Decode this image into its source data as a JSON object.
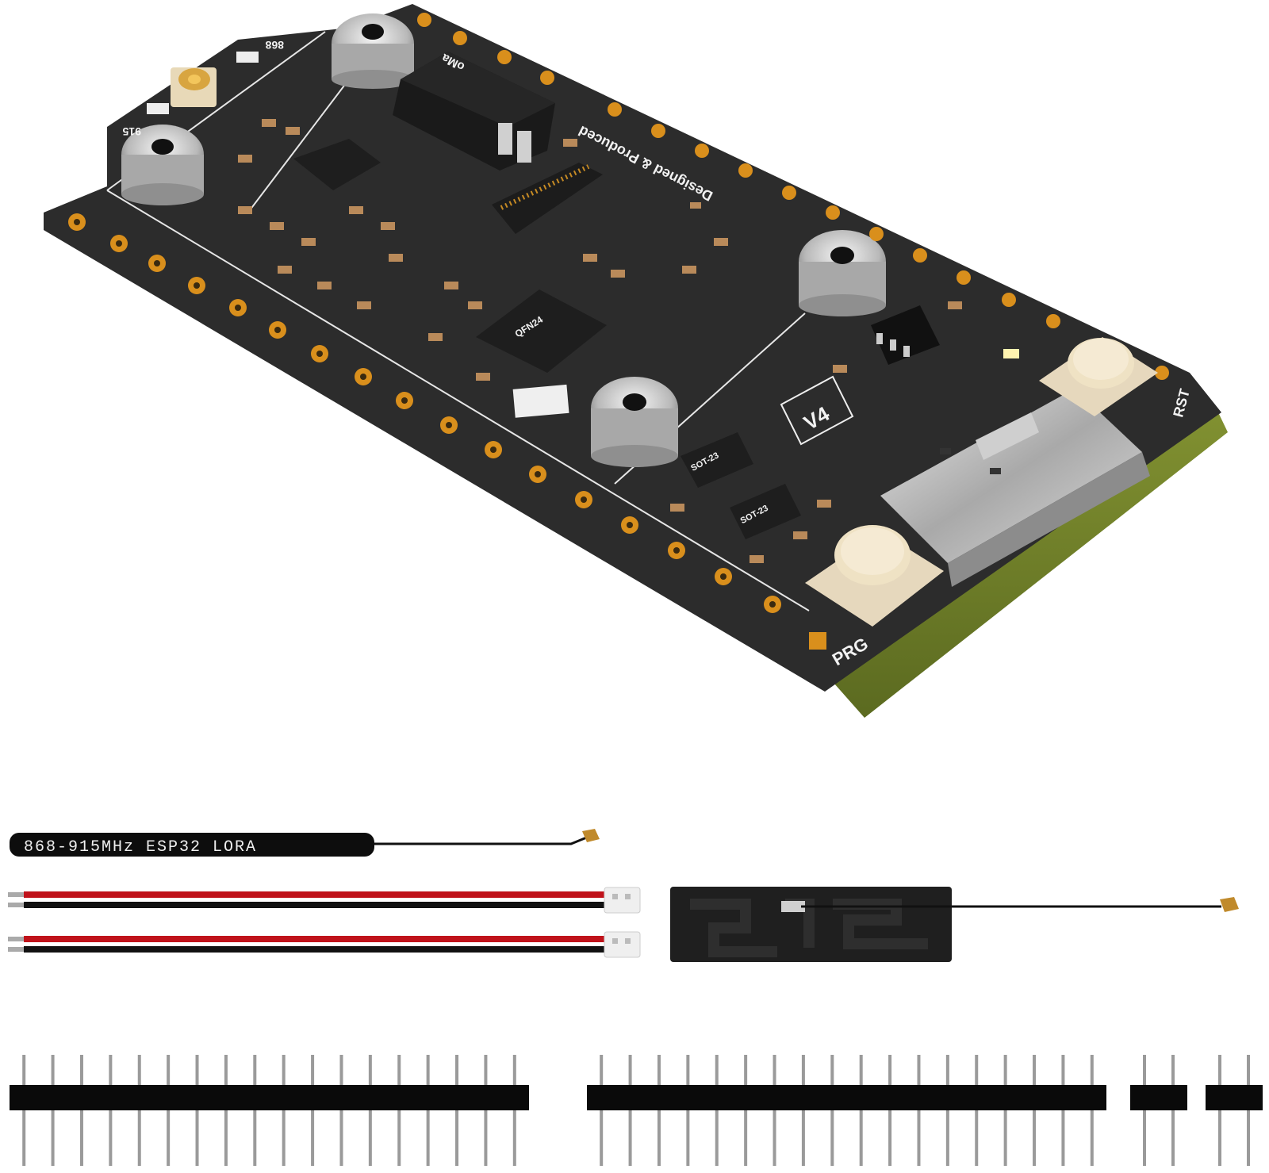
{
  "board": {
    "version_label": "V4",
    "silkscreen_text": "Designed & Produced",
    "brand_fragment": "oMa",
    "button_prg_label": "PRG",
    "button_rst_label": "RST",
    "freq_label_868": "868",
    "freq_label_915": "915",
    "chip_marking": "QFN24",
    "regulator_marking_1": "SOT-23",
    "regulator_marking_2": "SOT-23"
  },
  "accessories": {
    "spring_antenna_marking": "868-915MHz ESP32 LORA"
  },
  "colors": {
    "pcb": "#2b2b2b",
    "pcb_edge": "#8a9a3a",
    "pad_gold": "#d98f1c",
    "wire_red": "#c0121a",
    "wire_black": "#111111",
    "header_plastic": "#0a0a0a",
    "pin_metal": "#9a9a9a"
  }
}
